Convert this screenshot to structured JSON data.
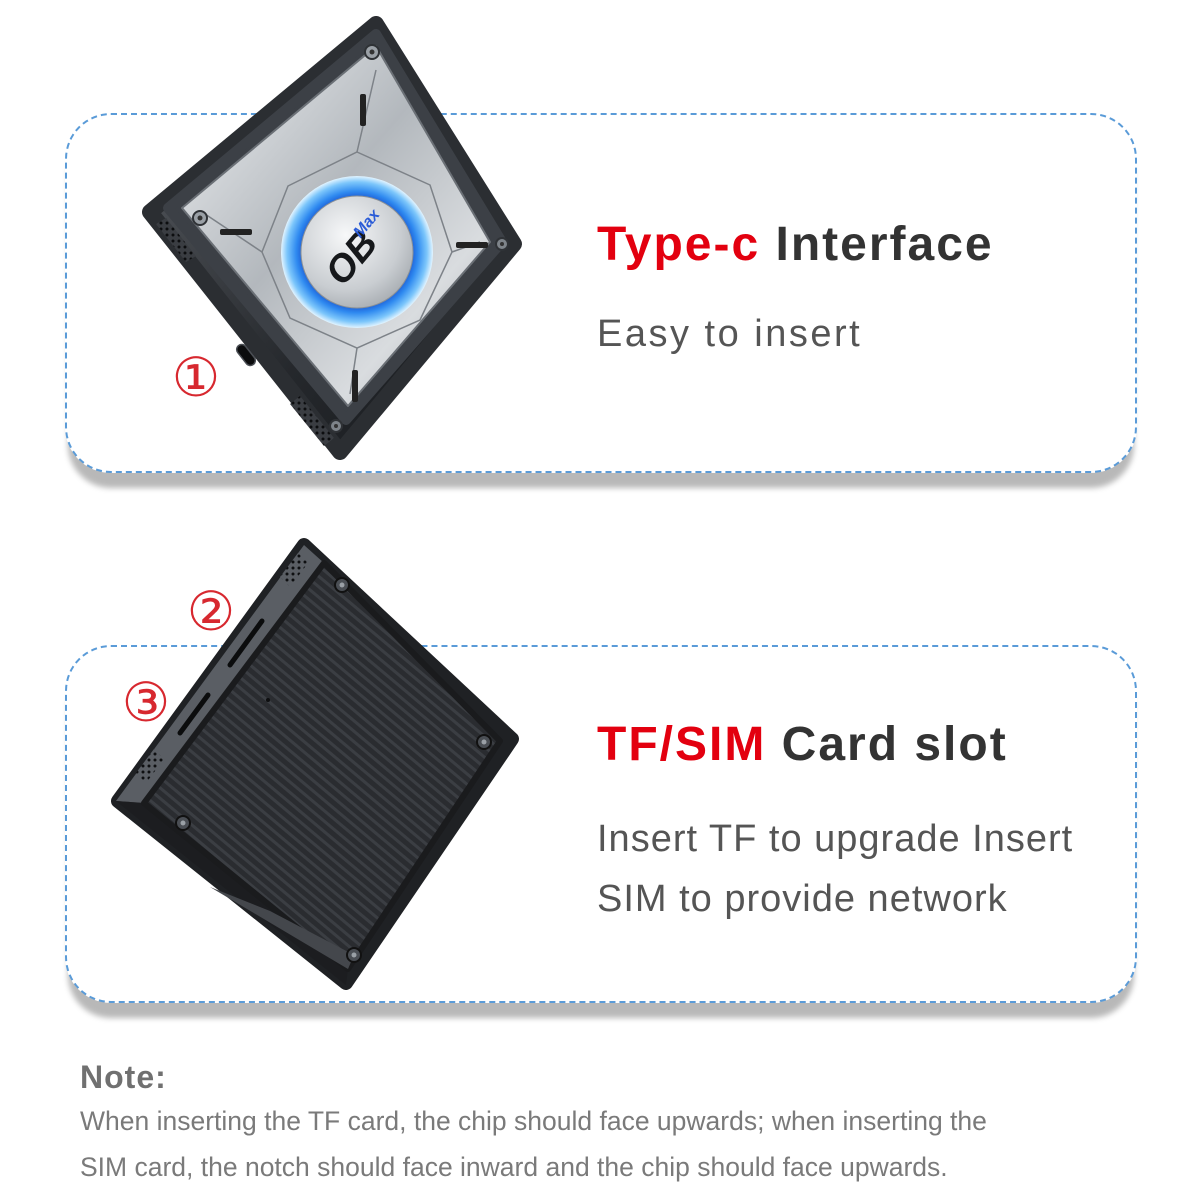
{
  "features": [
    {
      "title_highlight": "Type-c",
      "title_rest": "Interface",
      "description": [
        "Easy to insert"
      ],
      "callouts": [
        "①"
      ]
    },
    {
      "title_highlight": "TF/SIM",
      "title_rest": "Card slot",
      "description": [
        "Insert TF to upgrade Insert",
        "SIM to provide network"
      ],
      "callouts": [
        "②",
        "③"
      ]
    }
  ],
  "product": {
    "logo_main": "OB",
    "logo_sub": "Max"
  },
  "note": {
    "label": "Note:",
    "lines": [
      "When inserting the TF card, the chip should face upwards; when inserting the",
      "SIM card, the notch should face inward and the chip should face upwards."
    ]
  },
  "colors": {
    "highlight_red": "#e3000f",
    "title_dark": "#333333",
    "callout_red": "#d7282f",
    "card_border_blue": "#5a9bd8",
    "logo_ring_blue": "#2f8af0"
  },
  "icons": [
    "usb-c-port-icon",
    "tf-card-slot-icon",
    "sim-card-slot-icon"
  ]
}
